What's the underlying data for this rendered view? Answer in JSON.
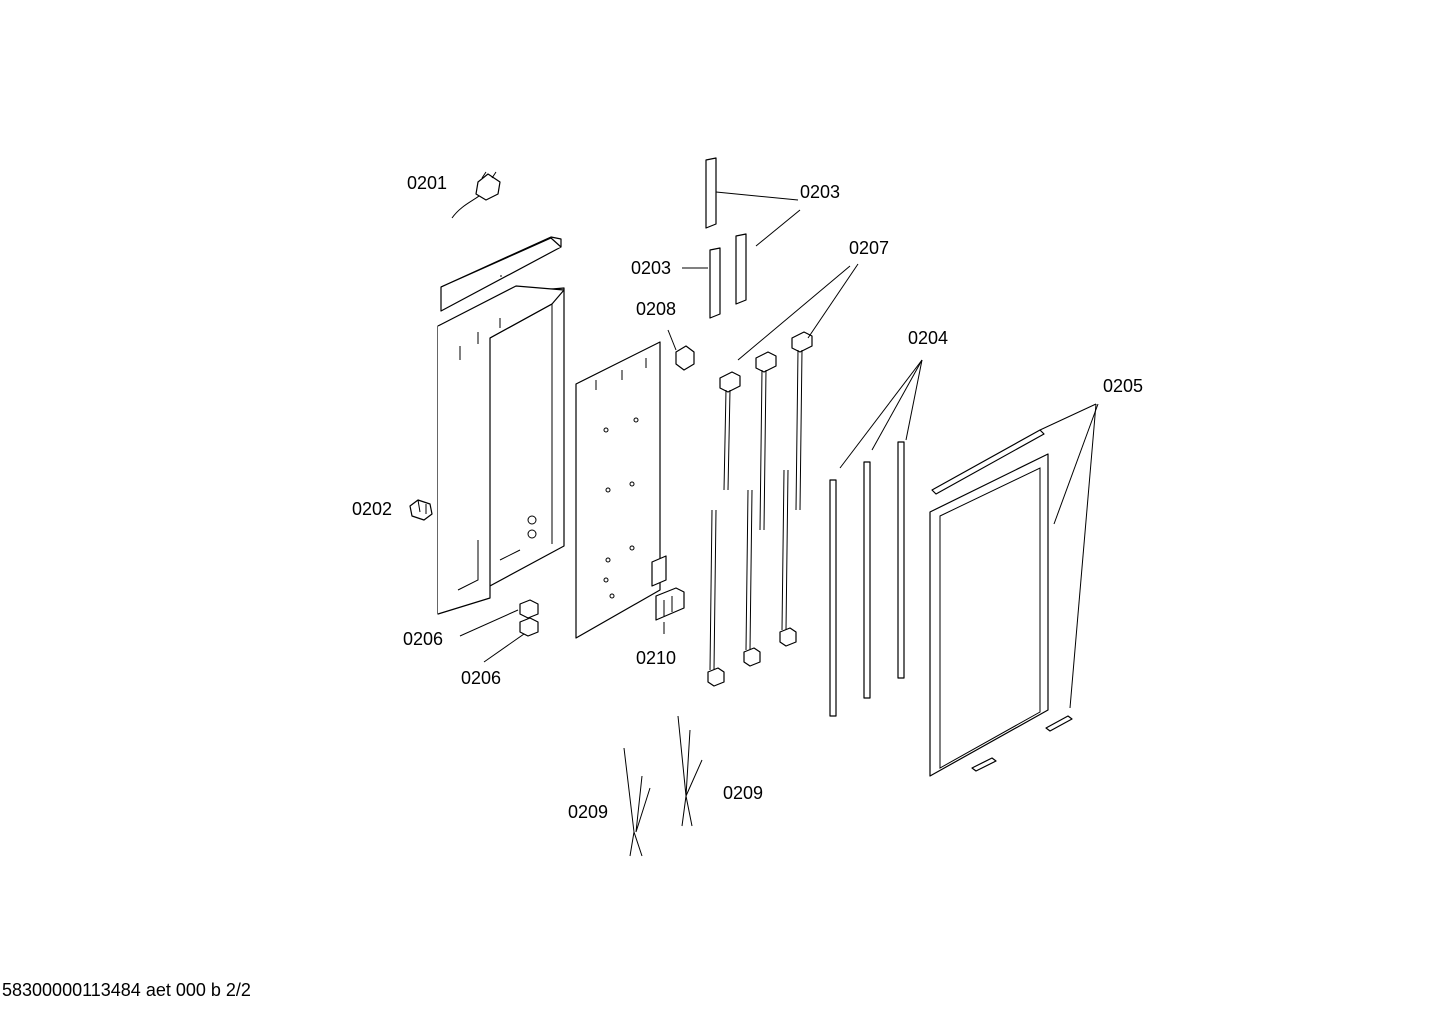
{
  "diagram": {
    "labels": {
      "l0201": "0201",
      "l0202": "0202",
      "l0203a": "0203",
      "l0203b": "0203",
      "l0204": "0204",
      "l0205": "0205",
      "l0206a": "0206",
      "l0206b": "0206",
      "l0207": "0207",
      "l0208": "0208",
      "l0209a": "0209",
      "l0209b": "0209",
      "l0210": "0210"
    },
    "footer": "58300000113484 aet 000 b 2/2",
    "colors": {
      "line": "#000000",
      "background": "#ffffff"
    }
  }
}
